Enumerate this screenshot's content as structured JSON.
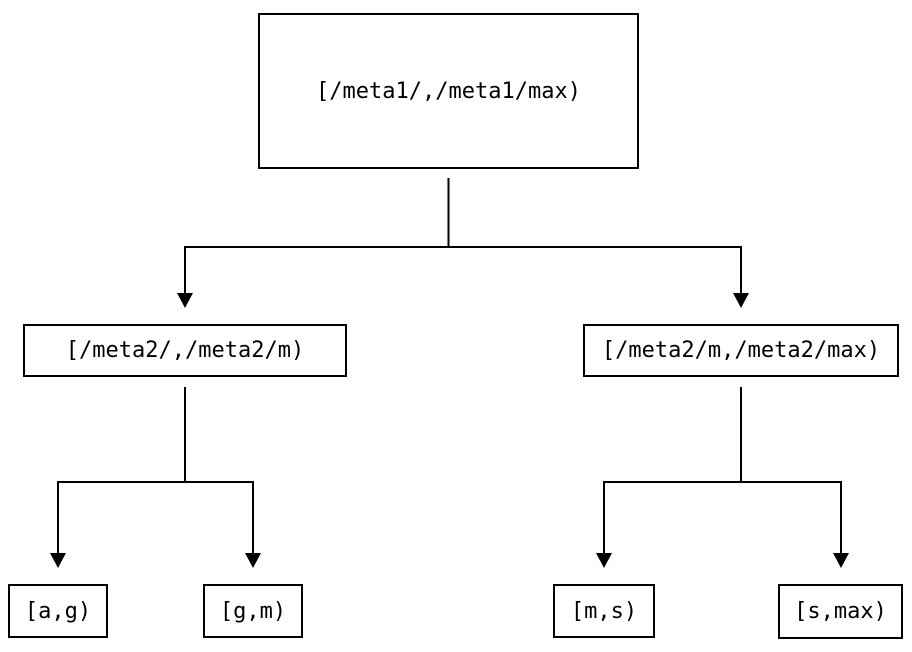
{
  "diagram": {
    "type": "tree",
    "background_color": "#ffffff",
    "line_color": "#000000",
    "text_color": "#000000",
    "nodes": {
      "root": {
        "label": "[/meta1/,/meta1/max)"
      },
      "mid_left": {
        "label": "[/meta2/,/meta2/m)"
      },
      "mid_right": {
        "label": "[/meta2/m,/meta2/max)"
      },
      "leaf_ag": {
        "label": "[a,g)"
      },
      "leaf_gm": {
        "label": "[g,m)"
      },
      "leaf_ms": {
        "label": "[m,s)"
      },
      "leaf_smax": {
        "label": "[s,max)"
      }
    },
    "edges": [
      {
        "from": "root",
        "to": "mid_left"
      },
      {
        "from": "root",
        "to": "mid_right"
      },
      {
        "from": "mid_left",
        "to": "leaf_ag"
      },
      {
        "from": "mid_left",
        "to": "leaf_gm"
      },
      {
        "from": "mid_right",
        "to": "leaf_ms"
      },
      {
        "from": "mid_right",
        "to": "leaf_smax"
      }
    ]
  }
}
